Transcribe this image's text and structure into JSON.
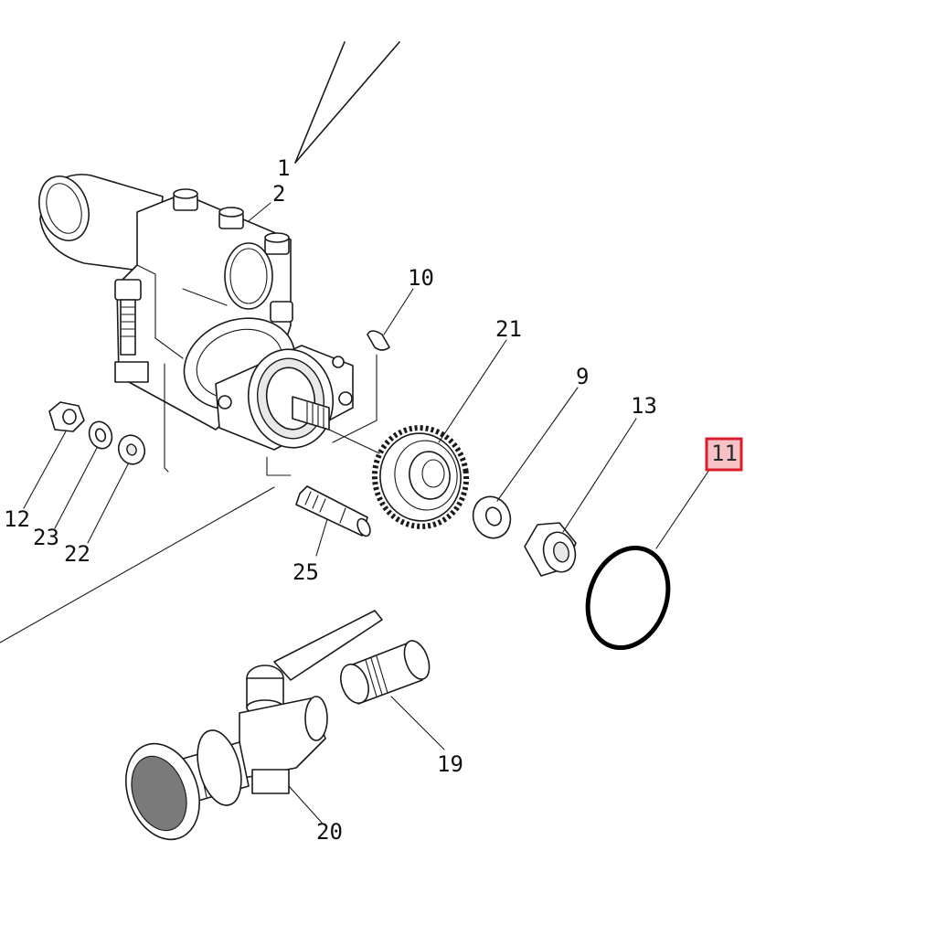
{
  "diagram": {
    "callouts": [
      "1",
      "2",
      "10",
      "21",
      "9",
      "13",
      "11",
      "12",
      "23",
      "22",
      "25",
      "19",
      "20"
    ],
    "highlighted_callout": "11",
    "highlight_color": "#d81e2a"
  }
}
